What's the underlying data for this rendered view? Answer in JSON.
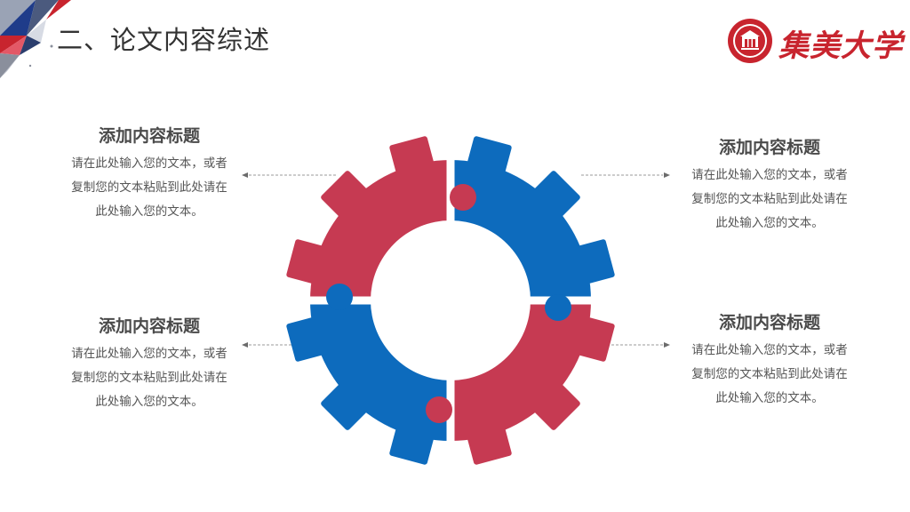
{
  "header": {
    "title": "二、论文内容综述"
  },
  "logo": {
    "name": "集美大学"
  },
  "blocks": [
    {
      "heading": "添加内容标题",
      "lines": [
        "请在此处输入您的文本，或者",
        "复制您的文本粘贴到此处请在",
        "此处输入您的文本。"
      ]
    },
    {
      "heading": "添加内容标题",
      "lines": [
        "请在此处输入您的文本，或者",
        "复制您的文本粘贴到此处请在",
        "此处输入您的文本。"
      ]
    },
    {
      "heading": "添加内容标题",
      "lines": [
        "请在此处输入您的文本，或者",
        "复制您的文本粘贴到此处请在",
        "此处输入您的文本。"
      ]
    },
    {
      "heading": "添加内容标题",
      "lines": [
        "请在此处输入您的文本，或者",
        "复制您的文本粘贴到此处请在",
        "此处输入您的文本。"
      ]
    }
  ],
  "colors": {
    "red": "#c63a52",
    "blue": "#0d6bbd",
    "brand_red": "#c8242e"
  }
}
